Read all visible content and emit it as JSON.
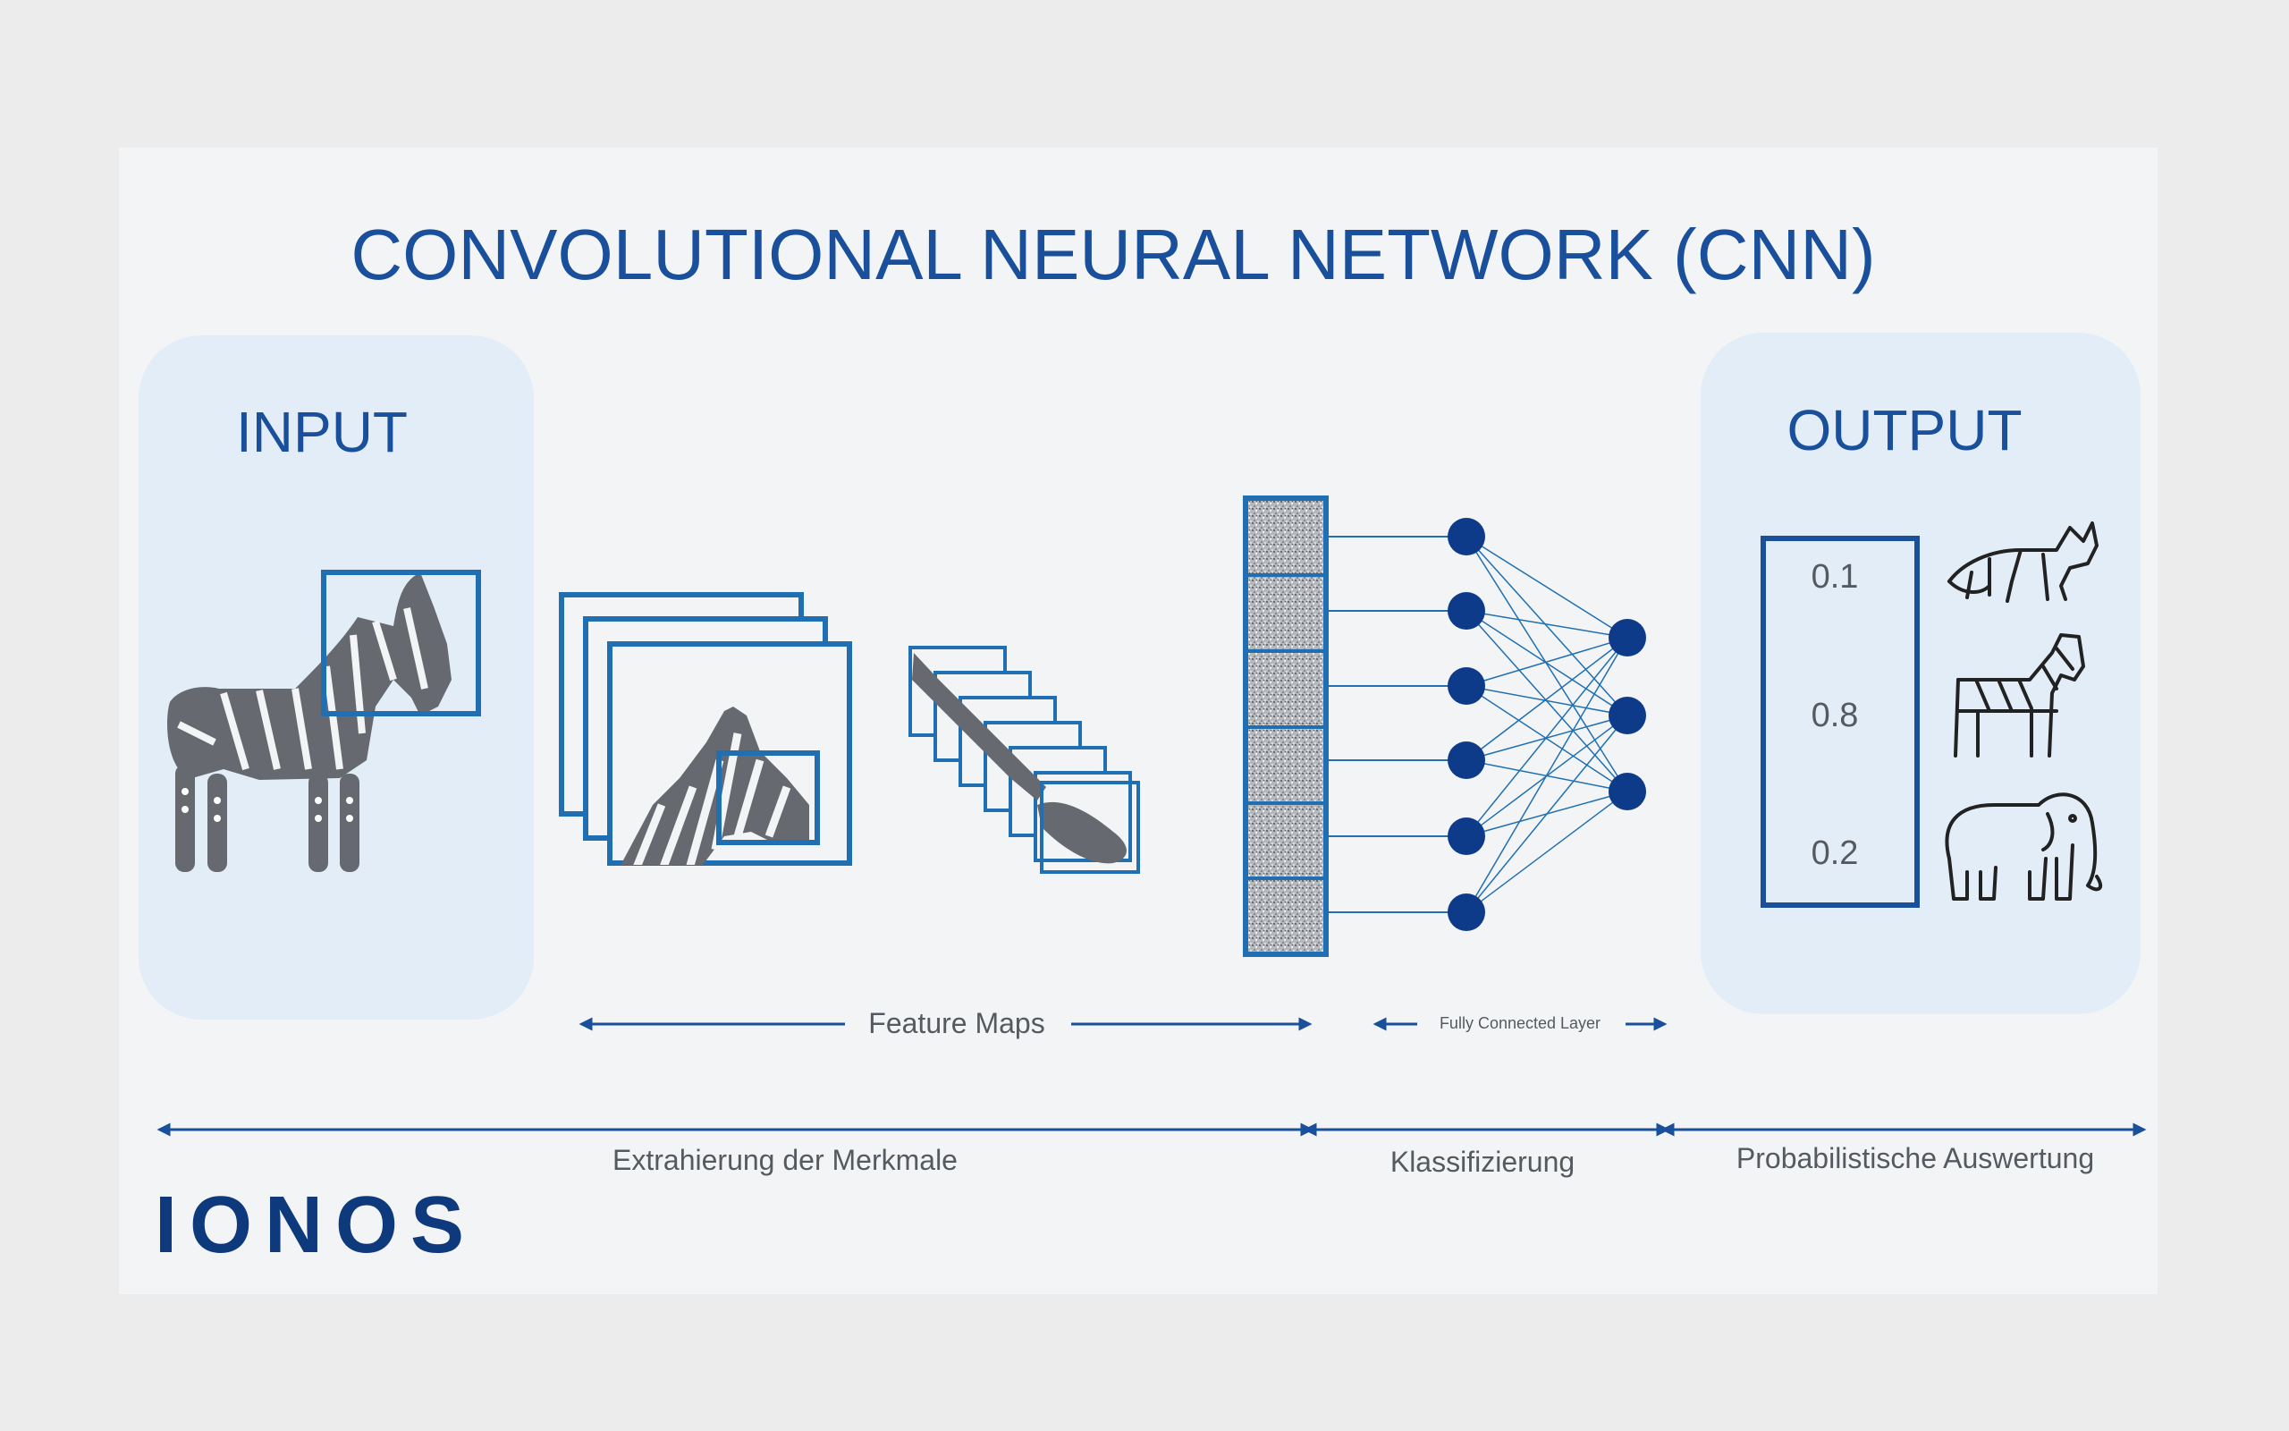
{
  "title": "CONVOLUTIONAL NEURAL NETWORK (CNN)",
  "input": {
    "label": "INPUT",
    "image_icon": "zebra-icon"
  },
  "feature_maps": {
    "label": "Feature Maps"
  },
  "fully_connected": {
    "label": "Fully Connected Layer"
  },
  "output": {
    "label": "OUTPUT",
    "probabilities": [
      "0.1",
      "0.8",
      "0.2"
    ],
    "classes": [
      "fox-icon",
      "zebra-icon",
      "elephant-icon"
    ]
  },
  "stages": {
    "extraction": "Extrahierung der Merkmale",
    "classification": "Klassifizierung",
    "evaluation": "Probabilistische Auswertung"
  },
  "brand": {
    "logo_text": "IONOS"
  },
  "colors": {
    "primary": "#1a4f9c",
    "accent": "#1f6fb2",
    "panel": "#e3edf7",
    "node": "#0d3b8a",
    "gray_icon": "#666a70",
    "page_bg": "#ececec",
    "card_bg": "#f3f4f5"
  }
}
